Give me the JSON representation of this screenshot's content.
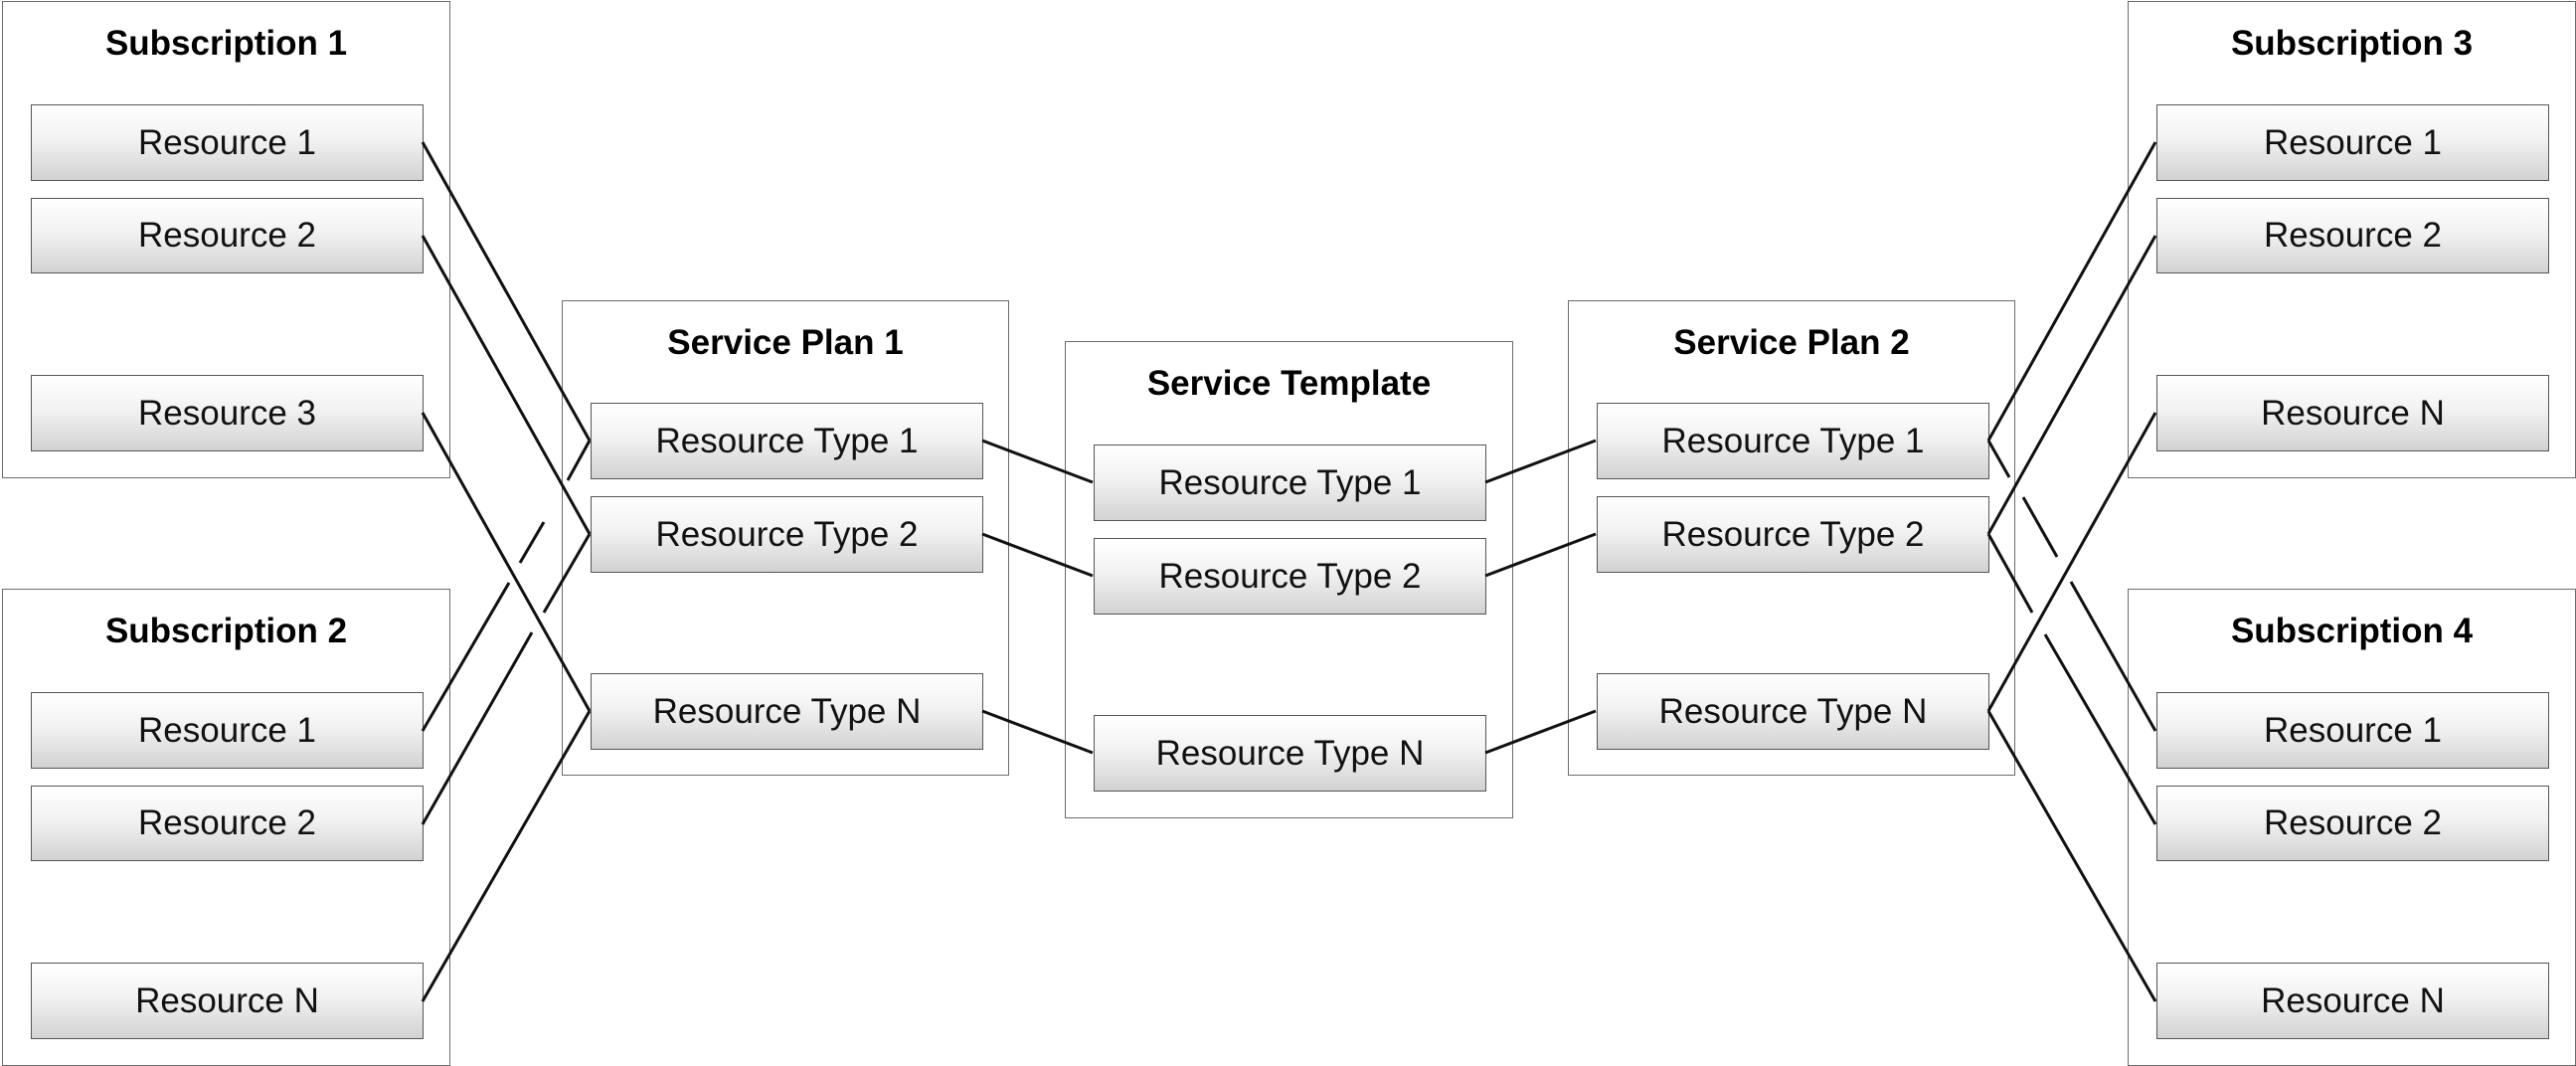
{
  "subscription_1": {
    "title": "Subscription 1",
    "items": [
      "Resource 1",
      "Resource 2",
      "Resource 3"
    ]
  },
  "subscription_2": {
    "title": "Subscription 2",
    "items": [
      "Resource 1",
      "Resource 2",
      "Resource N"
    ]
  },
  "service_plan_1": {
    "title": "Service Plan 1",
    "items": [
      "Resource Type 1",
      "Resource Type 2",
      "Resource Type N"
    ]
  },
  "service_template": {
    "title": "Service Template",
    "items": [
      "Resource Type 1",
      "Resource Type 2",
      "Resource Type N"
    ]
  },
  "service_plan_2": {
    "title": "Service Plan 2",
    "items": [
      "Resource Type 1",
      "Resource Type 2",
      "Resource Type N"
    ]
  },
  "subscription_3": {
    "title": "Subscription 3",
    "items": [
      "Resource 1",
      "Resource 2",
      "Resource N"
    ]
  },
  "subscription_4": {
    "title": "Subscription 4",
    "items": [
      "Resource 1",
      "Resource 2",
      "Resource N"
    ]
  }
}
